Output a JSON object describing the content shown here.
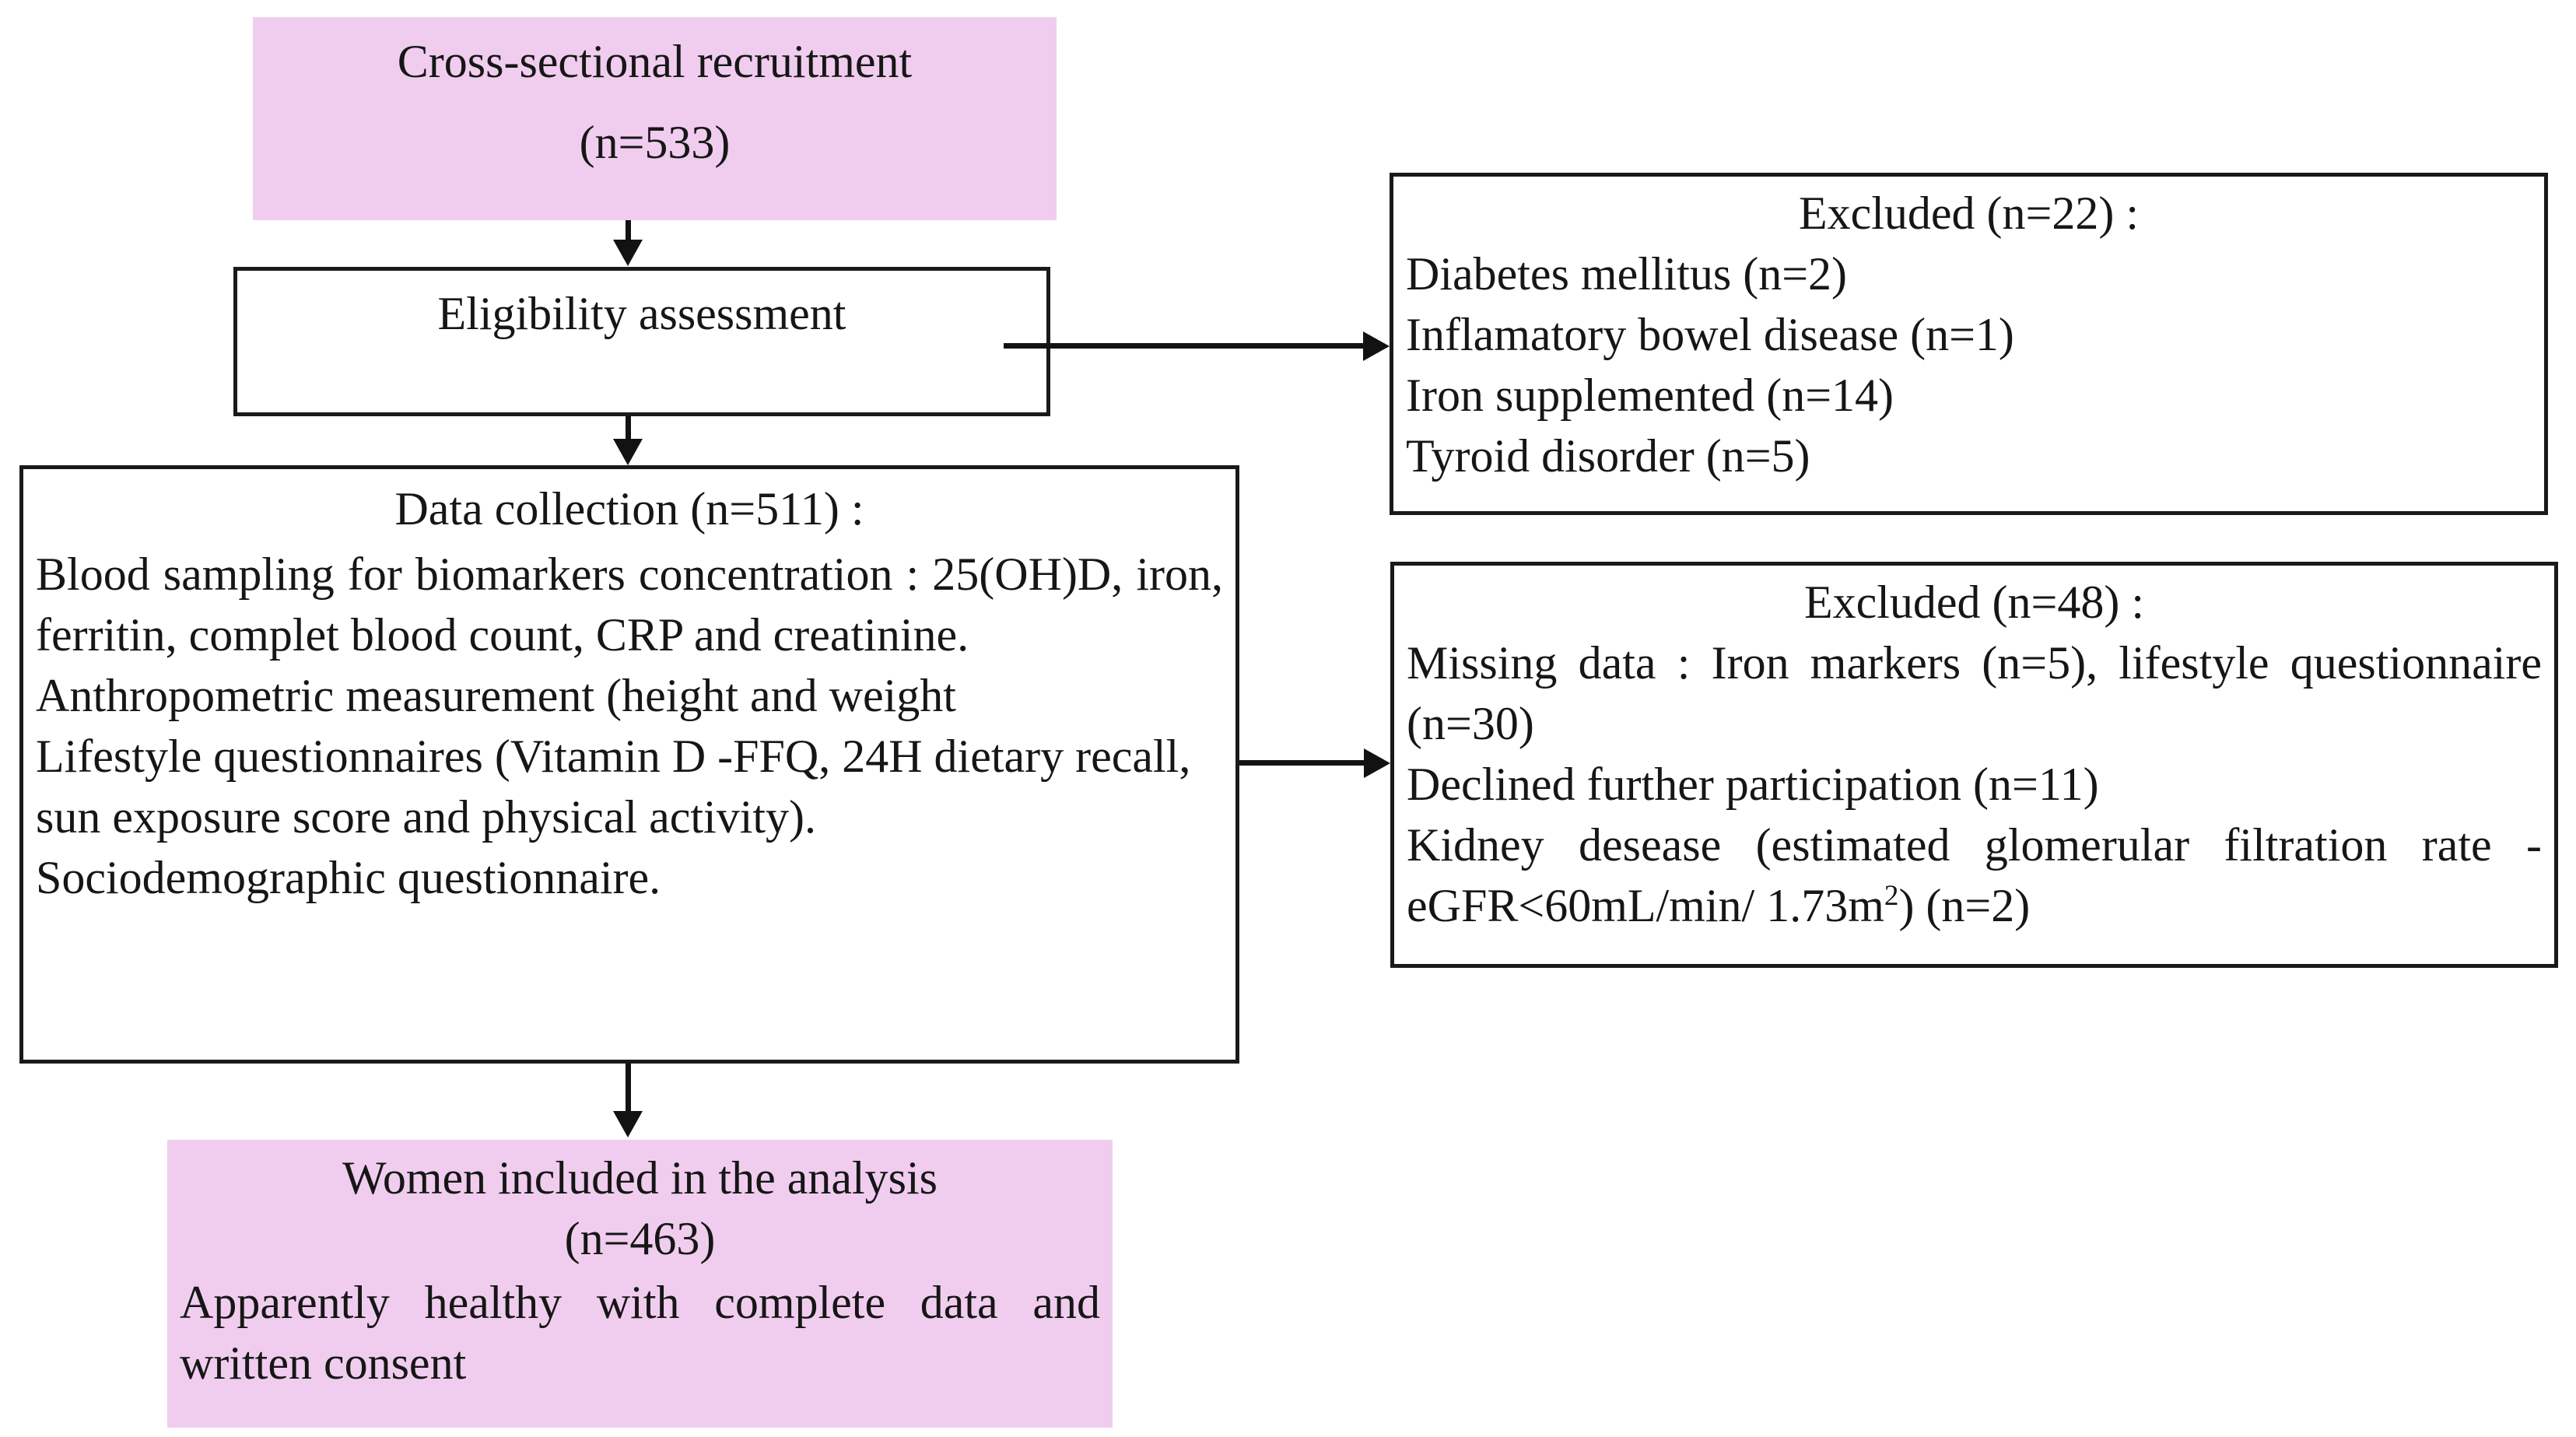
{
  "diagram": {
    "type": "flowchart",
    "title": "Study participant flow diagram",
    "colors": {
      "highlight_fill": "#f0cdee",
      "box_border": "#1a1a1a",
      "connector": "#121212",
      "text": "#161616",
      "background": "#ffffff"
    },
    "nodes": {
      "recruitment": {
        "line1": "Cross-sectional recruitment",
        "line2": "(n=533)"
      },
      "eligibility": {
        "label": "Eligibility assessment"
      },
      "data_collection": {
        "heading": "Data collection (n=511) :",
        "body_lines": [
          "Blood sampling for biomarkers concentration : 25(OH)D, iron, ferritin, complet blood count, CRP and creatinine.",
          "Anthropometric measurement (height and weight",
          "Lifestyle questionnaires (Vitamin D -FFQ, 24H dietary recall, sun exposure score and physical activity).",
          "Sociodemographic questionnaire."
        ]
      },
      "excluded_22": {
        "heading": "Excluded (n=22) :",
        "items": [
          "Diabetes mellitus (n=2)",
          "Inflamatory bowel disease (n=1)",
          "Iron supplemented (n=14)",
          "Tyroid disorder (n=5)"
        ]
      },
      "excluded_48": {
        "heading": "Excluded (n=48) :",
        "item_missing": "Missing data : Iron markers (n=5), lifestyle questionnaire (n=30)",
        "item_declined": "Declined further participation (n=11)",
        "item_kidney_pre": "Kidney desease (estimated glomerular filtration rate -eGFR<60mL/min/ 1.73m",
        "item_kidney_sup": "2",
        "item_kidney_post": ") (n=2)"
      },
      "included": {
        "line1": "Women included in the analysis",
        "line2": "(n=463)",
        "line3": "Apparently healthy with complete data and written consent"
      }
    },
    "connectors": [
      {
        "name": "recruitment-to-eligibility",
        "direction": "down"
      },
      {
        "name": "eligibility-to-excluded-22",
        "direction": "right"
      },
      {
        "name": "eligibility-to-data-collection",
        "direction": "down"
      },
      {
        "name": "data-collection-to-excluded-48",
        "direction": "right"
      },
      {
        "name": "data-collection-to-included",
        "direction": "down"
      }
    ]
  }
}
